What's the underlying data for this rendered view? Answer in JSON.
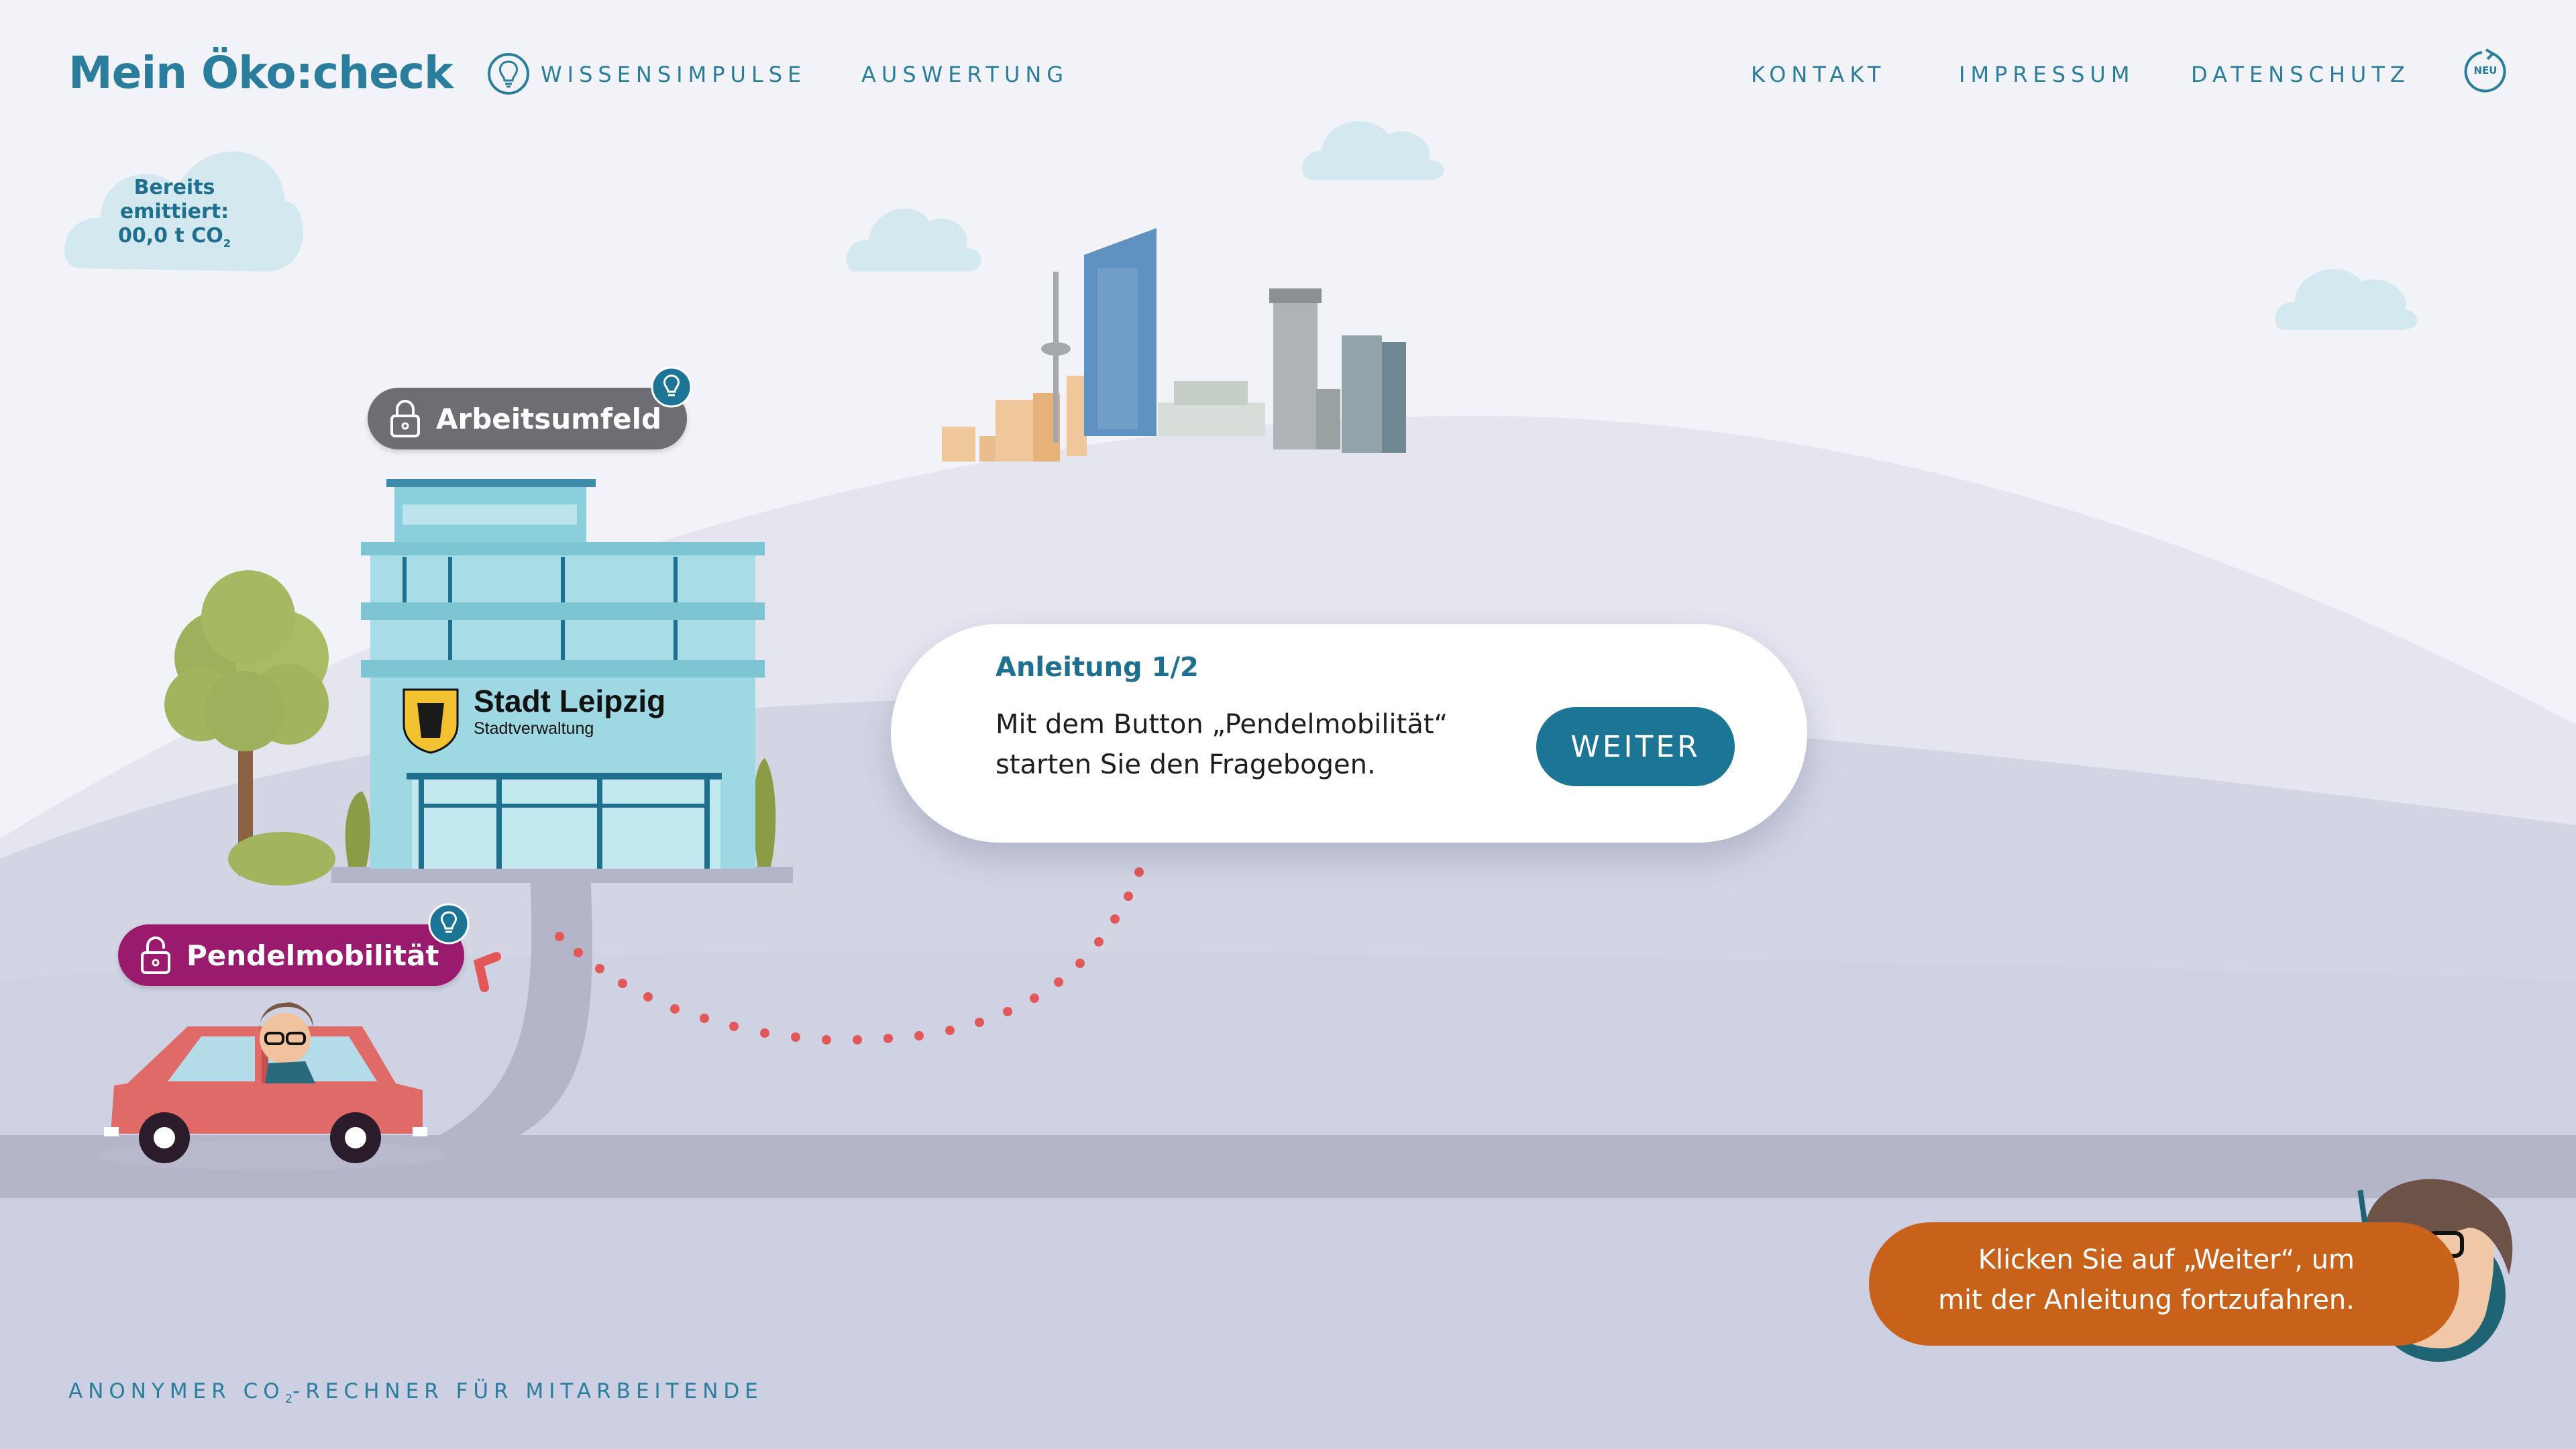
{
  "header": {
    "logo": "Mein Öko:check",
    "nav_wissen": "WISSENSIMPULSE",
    "nav_auswertung": "AUSWERTUNG",
    "nav_kontakt": "KONTAKT",
    "nav_impressum": "IMPRESSUM",
    "nav_datenschutz": "DATENSCHUTZ",
    "neu_label": "NEU"
  },
  "emission": {
    "line1": "Bereits",
    "line2": "emittiert:",
    "value": "00,0 t CO",
    "sub": "2"
  },
  "tags": {
    "arbeitsumfeld": "Arbeitsumfeld",
    "pendelmobilitaet": "Pendelmobilität"
  },
  "building": {
    "title": "Stadt Leipzig",
    "subtitle": "Stadtverwaltung"
  },
  "instruction": {
    "title": "Anleitung 1/2",
    "line1": "Mit dem Button „Pendelmobilität“",
    "line2": "starten Sie den Fragebogen.",
    "button": "WEITER"
  },
  "hint": {
    "line1": "Klicken Sie auf „Weiter“, um",
    "line2": "mit der Anleitung fortzufahren."
  },
  "footer": {
    "prefix": "ANONYMER CO",
    "sub": "2",
    "suffix": "-RECHNER FÜR MITARBEITENDE"
  },
  "colors": {
    "brand": "#2a7d9c",
    "button": "#1d7596",
    "tag_locked": "#6d6e73",
    "tag_active": "#9a1a6e",
    "hint_bubble": "#c8611a",
    "car": "#e06a68",
    "path_dots": "#e25858"
  },
  "icons": [
    "bulb-icon",
    "refresh-icon",
    "lock-icon",
    "cloud-icon"
  ]
}
